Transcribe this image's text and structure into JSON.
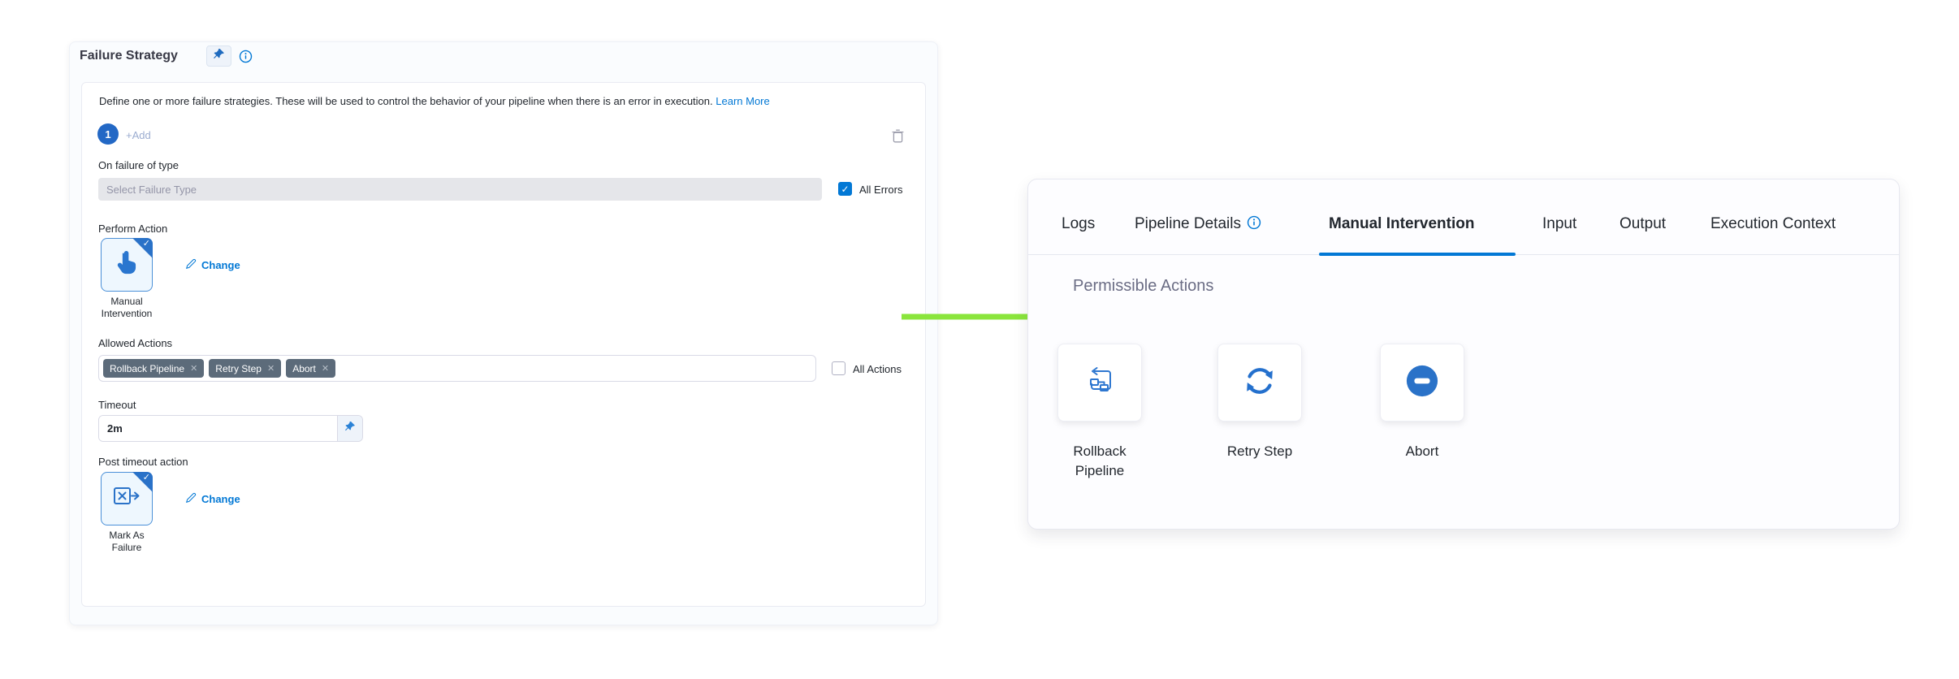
{
  "colors": {
    "accent_blue": "#0278d5",
    "icon_blue": "#2a72c8",
    "arrow_green": "#8ae53c",
    "tag_background": "#5c6b7a"
  },
  "failure_strategy": {
    "title": "Failure Strategy",
    "description": "Define one or more failure strategies. These will be used to control the behavior of your pipeline when there is an error in execution.",
    "learn_more_label": "Learn More",
    "strategy_index_badge": "1",
    "add_button_label": "+Add",
    "on_failure_of_type": {
      "label": "On failure of type",
      "placeholder": "Select Failure Type",
      "all_errors_label": "All Errors",
      "all_errors_checked": true
    },
    "perform_action": {
      "label": "Perform Action",
      "selected_action": "Manual Intervention",
      "change_label": "Change"
    },
    "allowed_actions": {
      "label": "Allowed Actions",
      "tags": [
        "Rollback Pipeline",
        "Retry Step",
        "Abort"
      ],
      "all_actions_label": "All Actions",
      "all_actions_checked": false
    },
    "timeout": {
      "label": "Timeout",
      "value": "2m"
    },
    "post_timeout_action": {
      "label": "Post timeout action",
      "selected_action": "Mark As Failure",
      "change_label": "Change"
    }
  },
  "details_panel": {
    "tabs": [
      {
        "label": "Logs",
        "active": false
      },
      {
        "label": "Pipeline Details",
        "active": false,
        "info_icon": "info-icon"
      },
      {
        "label": "Manual Intervention",
        "active": true
      },
      {
        "label": "Input",
        "active": false
      },
      {
        "label": "Output",
        "active": false
      },
      {
        "label": "Execution Context",
        "active": false
      }
    ],
    "heading": "Permissible Actions",
    "permissible_actions": [
      {
        "label": "Rollback Pipeline",
        "icon": "rollback-pipeline-icon"
      },
      {
        "label": "Retry Step",
        "icon": "retry-icon"
      },
      {
        "label": "Abort",
        "icon": "abort-icon"
      }
    ]
  }
}
